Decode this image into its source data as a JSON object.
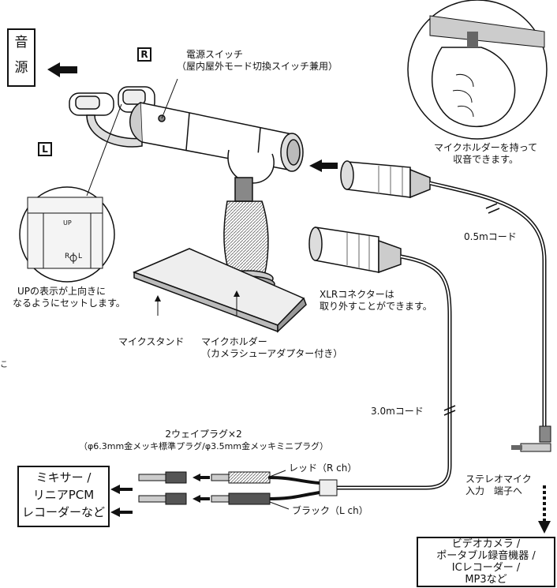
{
  "source_box": {
    "line1": "音",
    "line2": "源"
  },
  "tag_r": "R",
  "tag_l": "L",
  "power_switch": {
    "line1": "電源スイッチ",
    "line2": "（屋内屋外モード切換スイッチ兼用）"
  },
  "holder_note": {
    "line1": "マイクホルダーを持って",
    "line2": "収音できます。"
  },
  "cord_05": "0.5mコード",
  "up_note": {
    "line1": "UPの表示が上向きに",
    "line2": "なるようにセットします。"
  },
  "inset_up": "UP",
  "inset_r": "R",
  "inset_l": "L",
  "xlr_note": {
    "line1": "XLRコネクターは",
    "line2": "取り外すことができます。"
  },
  "mic_stand": "マイクスタンド",
  "mic_holder": {
    "line1": "マイクホルダー",
    "line2": "（カメラシューアダプター付き）"
  },
  "cord_30": "3.0mコード",
  "two_way": {
    "line1": "2ウェイプラグ×2",
    "line2": "（φ6.3mm金メッキ標準プラグ/φ3.5mm金メッキミニプラグ）"
  },
  "red": "レッド（R ch）",
  "black": "ブラック（L ch）",
  "mixer_box": {
    "line1": "ミキサー /",
    "line2": "リニアPCM",
    "line3": "レコーダーなど"
  },
  "stereo_note": {
    "line1": "ステレオマイク",
    "line2": "入力　端子へ"
  },
  "camera_box": {
    "line1": "ビデオカメラ /",
    "line2": "ポータブル録音機器 /",
    "line3": "ICレコーダー /",
    "line4": "MP3など"
  },
  "edge_char": "こ"
}
